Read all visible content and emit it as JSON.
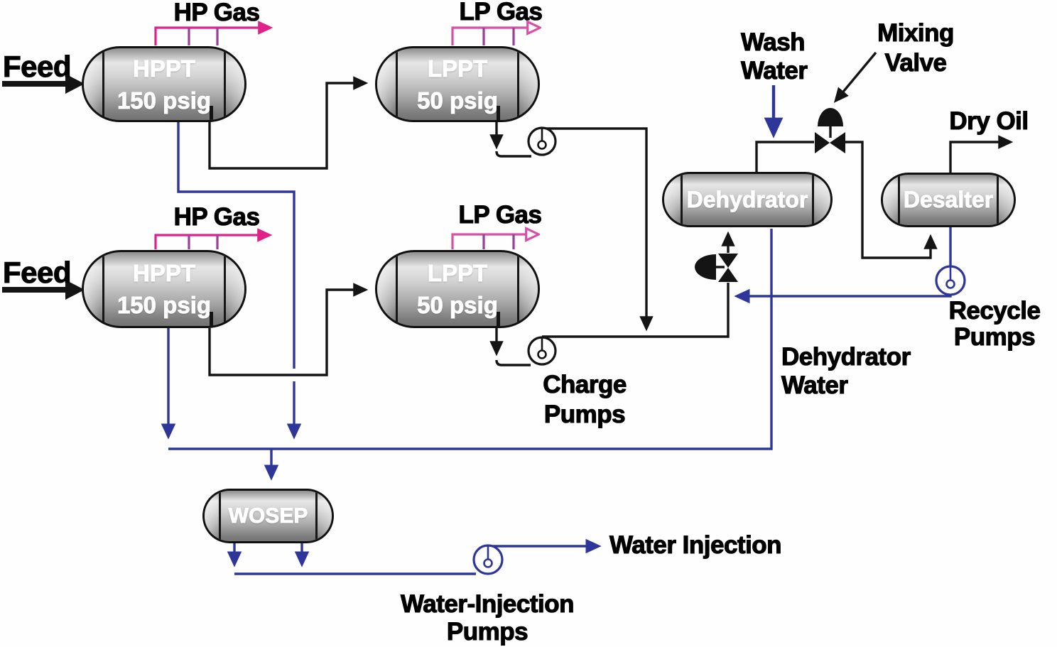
{
  "diagram_type": "oil-processing-process-flow-diagram",
  "colors": {
    "pipe_black": "#141414",
    "water_blue": "#2e3699",
    "hp_gas_magenta": "#e0218a",
    "lp_gas_pink": "#d84fa5",
    "gas_purple": "#9b3d9b",
    "vessel_gray": "#b8b8b8",
    "vessel_text": "#ffffff",
    "label_text": "#000000",
    "background": "#ffffff"
  },
  "symbols": {
    "pump": "circle-with-inner-port-pump-symbol",
    "control_valve": "bowtie-valve-with-actuator-dome-symbol"
  },
  "vessels": {
    "hppt1": {
      "line1": "HPPT",
      "line2": "150 psig"
    },
    "lppt1": {
      "line1": "LPPT",
      "line2": "50 psig"
    },
    "hppt2": {
      "line1": "HPPT",
      "line2": "150 psig"
    },
    "lppt2": {
      "line1": "LPPT",
      "line2": "50 psig"
    },
    "dehydrator": {
      "line1": "Dehydrator"
    },
    "desalter": {
      "line1": "Desalter"
    },
    "wosep": {
      "line1": "WOSEP"
    }
  },
  "labels": {
    "feed_top": "Feed",
    "feed_bottom": "Feed",
    "hp_gas_top": "HP Gas",
    "hp_gas_bottom": "HP Gas",
    "lp_gas_top": "LP Gas",
    "lp_gas_bottom": "LP Gas",
    "wash_water": {
      "line1": "Wash",
      "line2": "Water"
    },
    "mixing_valve": {
      "line1": "Mixing",
      "line2": "Valve"
    },
    "dry_oil": "Dry Oil",
    "charge_pumps": {
      "line1": "Charge",
      "line2": "Pumps"
    },
    "recycle_pumps": {
      "line1": "Recycle",
      "line2": "Pumps"
    },
    "dehydrator_water": {
      "line1": "Dehydrator",
      "line2": "Water"
    },
    "water_injection": "Water Injection",
    "water_injection_pumps": {
      "line1": "Water-Injection",
      "line2": "Pumps"
    }
  }
}
